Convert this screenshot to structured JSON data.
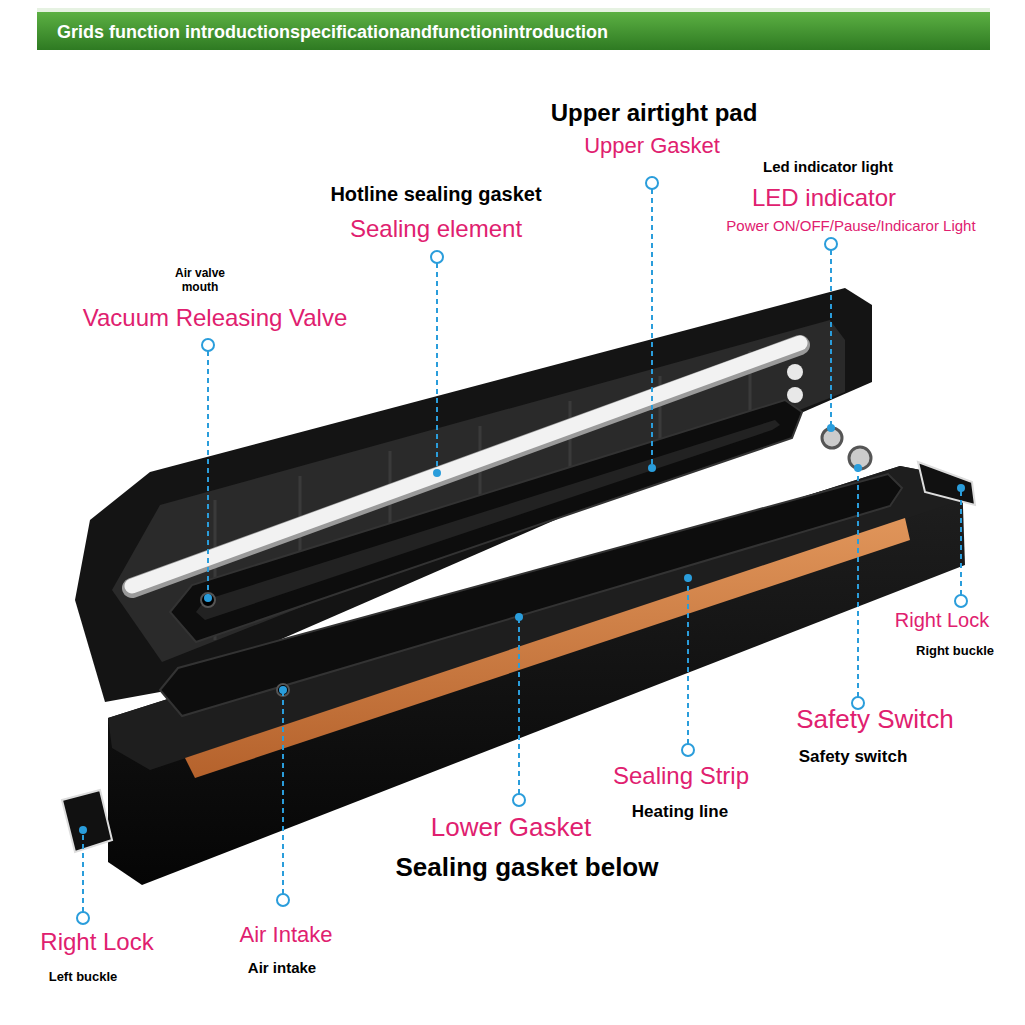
{
  "diagram": {
    "title": "Grids function introductionspecificationandfunctionintroduction",
    "labels": [
      "Upper airtight pad",
      "Upper Gasket",
      "Led indicator light",
      "LED indicator",
      "Power ON/OFF/Pause/Indicaror Light",
      "Hotline sealing gasket",
      "Sealing element",
      "Air valve mouth",
      "Vacuum Releasing Valve",
      "Right Lock",
      "Right buckle",
      "Safety Switch",
      "Safety switch",
      "Sealing Strip",
      "Heating line",
      "Lower Gasket",
      "Sealing gasket below",
      "Right Lock",
      "Left buckle",
      "Air Intake",
      "Air intake"
    ]
  }
}
